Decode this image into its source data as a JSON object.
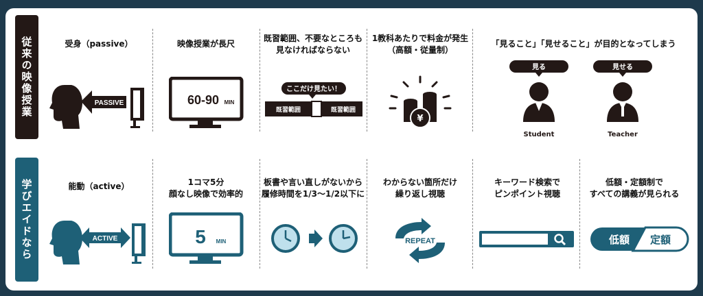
{
  "side_labels": {
    "traditional": "従来の映像授業",
    "manabi": "学びエイドなら"
  },
  "top": [
    {
      "lines": [
        "受身（passive）"
      ],
      "icon_label": "PASSIVE"
    },
    {
      "lines": [
        "映像授業が長尺"
      ],
      "icon_label": "60-90",
      "icon_unit": "MIN"
    },
    {
      "lines": [
        "既習範囲、不要なところも",
        "見なければならない"
      ],
      "bubble": "ここだけ見たい！",
      "bar_left": "既習範囲",
      "bar_right": "既習範囲"
    },
    {
      "lines": [
        "1教科あたりで料金が発生",
        "（高額・従量制）"
      ],
      "coin": "¥"
    },
    {
      "lines": [
        "「見ること」「見せること」が目的となってしまう"
      ],
      "student_bubble": "見る",
      "teacher_bubble": "見せる",
      "student_label": "Student",
      "teacher_label": "Teacher"
    }
  ],
  "bottom": [
    {
      "lines": [
        "能動（active）"
      ],
      "icon_label": "ACTIVE"
    },
    {
      "lines": [
        "1コマ5分",
        "顔なし映像で効率的"
      ],
      "icon_label": "5",
      "icon_unit": "MIN"
    },
    {
      "lines": [
        "板書や言い直しがないから",
        "履修時間を1/3〜1/2以下に"
      ]
    },
    {
      "lines": [
        "わからない箇所だけ",
        "繰り返し視聴"
      ],
      "icon_label": "REPEAT"
    },
    {
      "lines": [
        "キーワード検索で",
        "ピンポイント視聴"
      ]
    },
    {
      "lines": [
        "低額・定額制で",
        "すべての講義が見られる"
      ],
      "pill_left": "低額",
      "pill_right": "定額"
    }
  ],
  "colors": {
    "dark": "#231816",
    "teal": "#1e6077",
    "clock": "#bfe0ec"
  }
}
